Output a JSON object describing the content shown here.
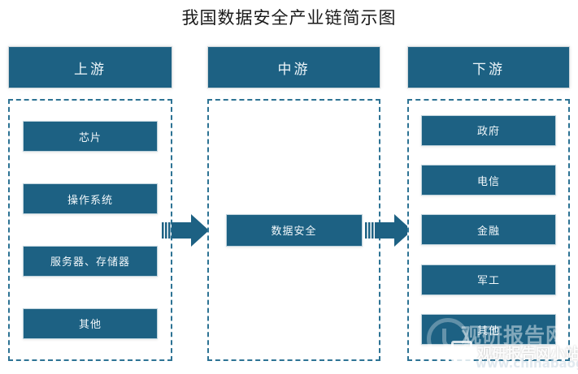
{
  "page": {
    "title": "我国数据安全产业链简示图",
    "background_color": "#ffffff",
    "accent_color": "#1d6183",
    "dash_border_color": "#2d7394"
  },
  "columns": [
    {
      "id": "upstream",
      "header": "上游",
      "items": [
        "芯片",
        "操作系统",
        "服务器、存储器",
        "其他"
      ]
    },
    {
      "id": "midstream",
      "header": "中游",
      "items": [
        "数据安全"
      ]
    },
    {
      "id": "downstream",
      "header": "下游",
      "items": [
        "政府",
        "电信",
        "金融",
        "军工",
        "其他"
      ]
    }
  ],
  "arrows": [
    {
      "id": "arrow-upstream-to-midstream",
      "direction": "right"
    },
    {
      "id": "arrow-midstream-to-downstream",
      "direction": "right"
    }
  ],
  "watermark": {
    "brand": "观研报告网",
    "site": "观研报告网小站",
    "url": "www.chinabaogao.com"
  }
}
